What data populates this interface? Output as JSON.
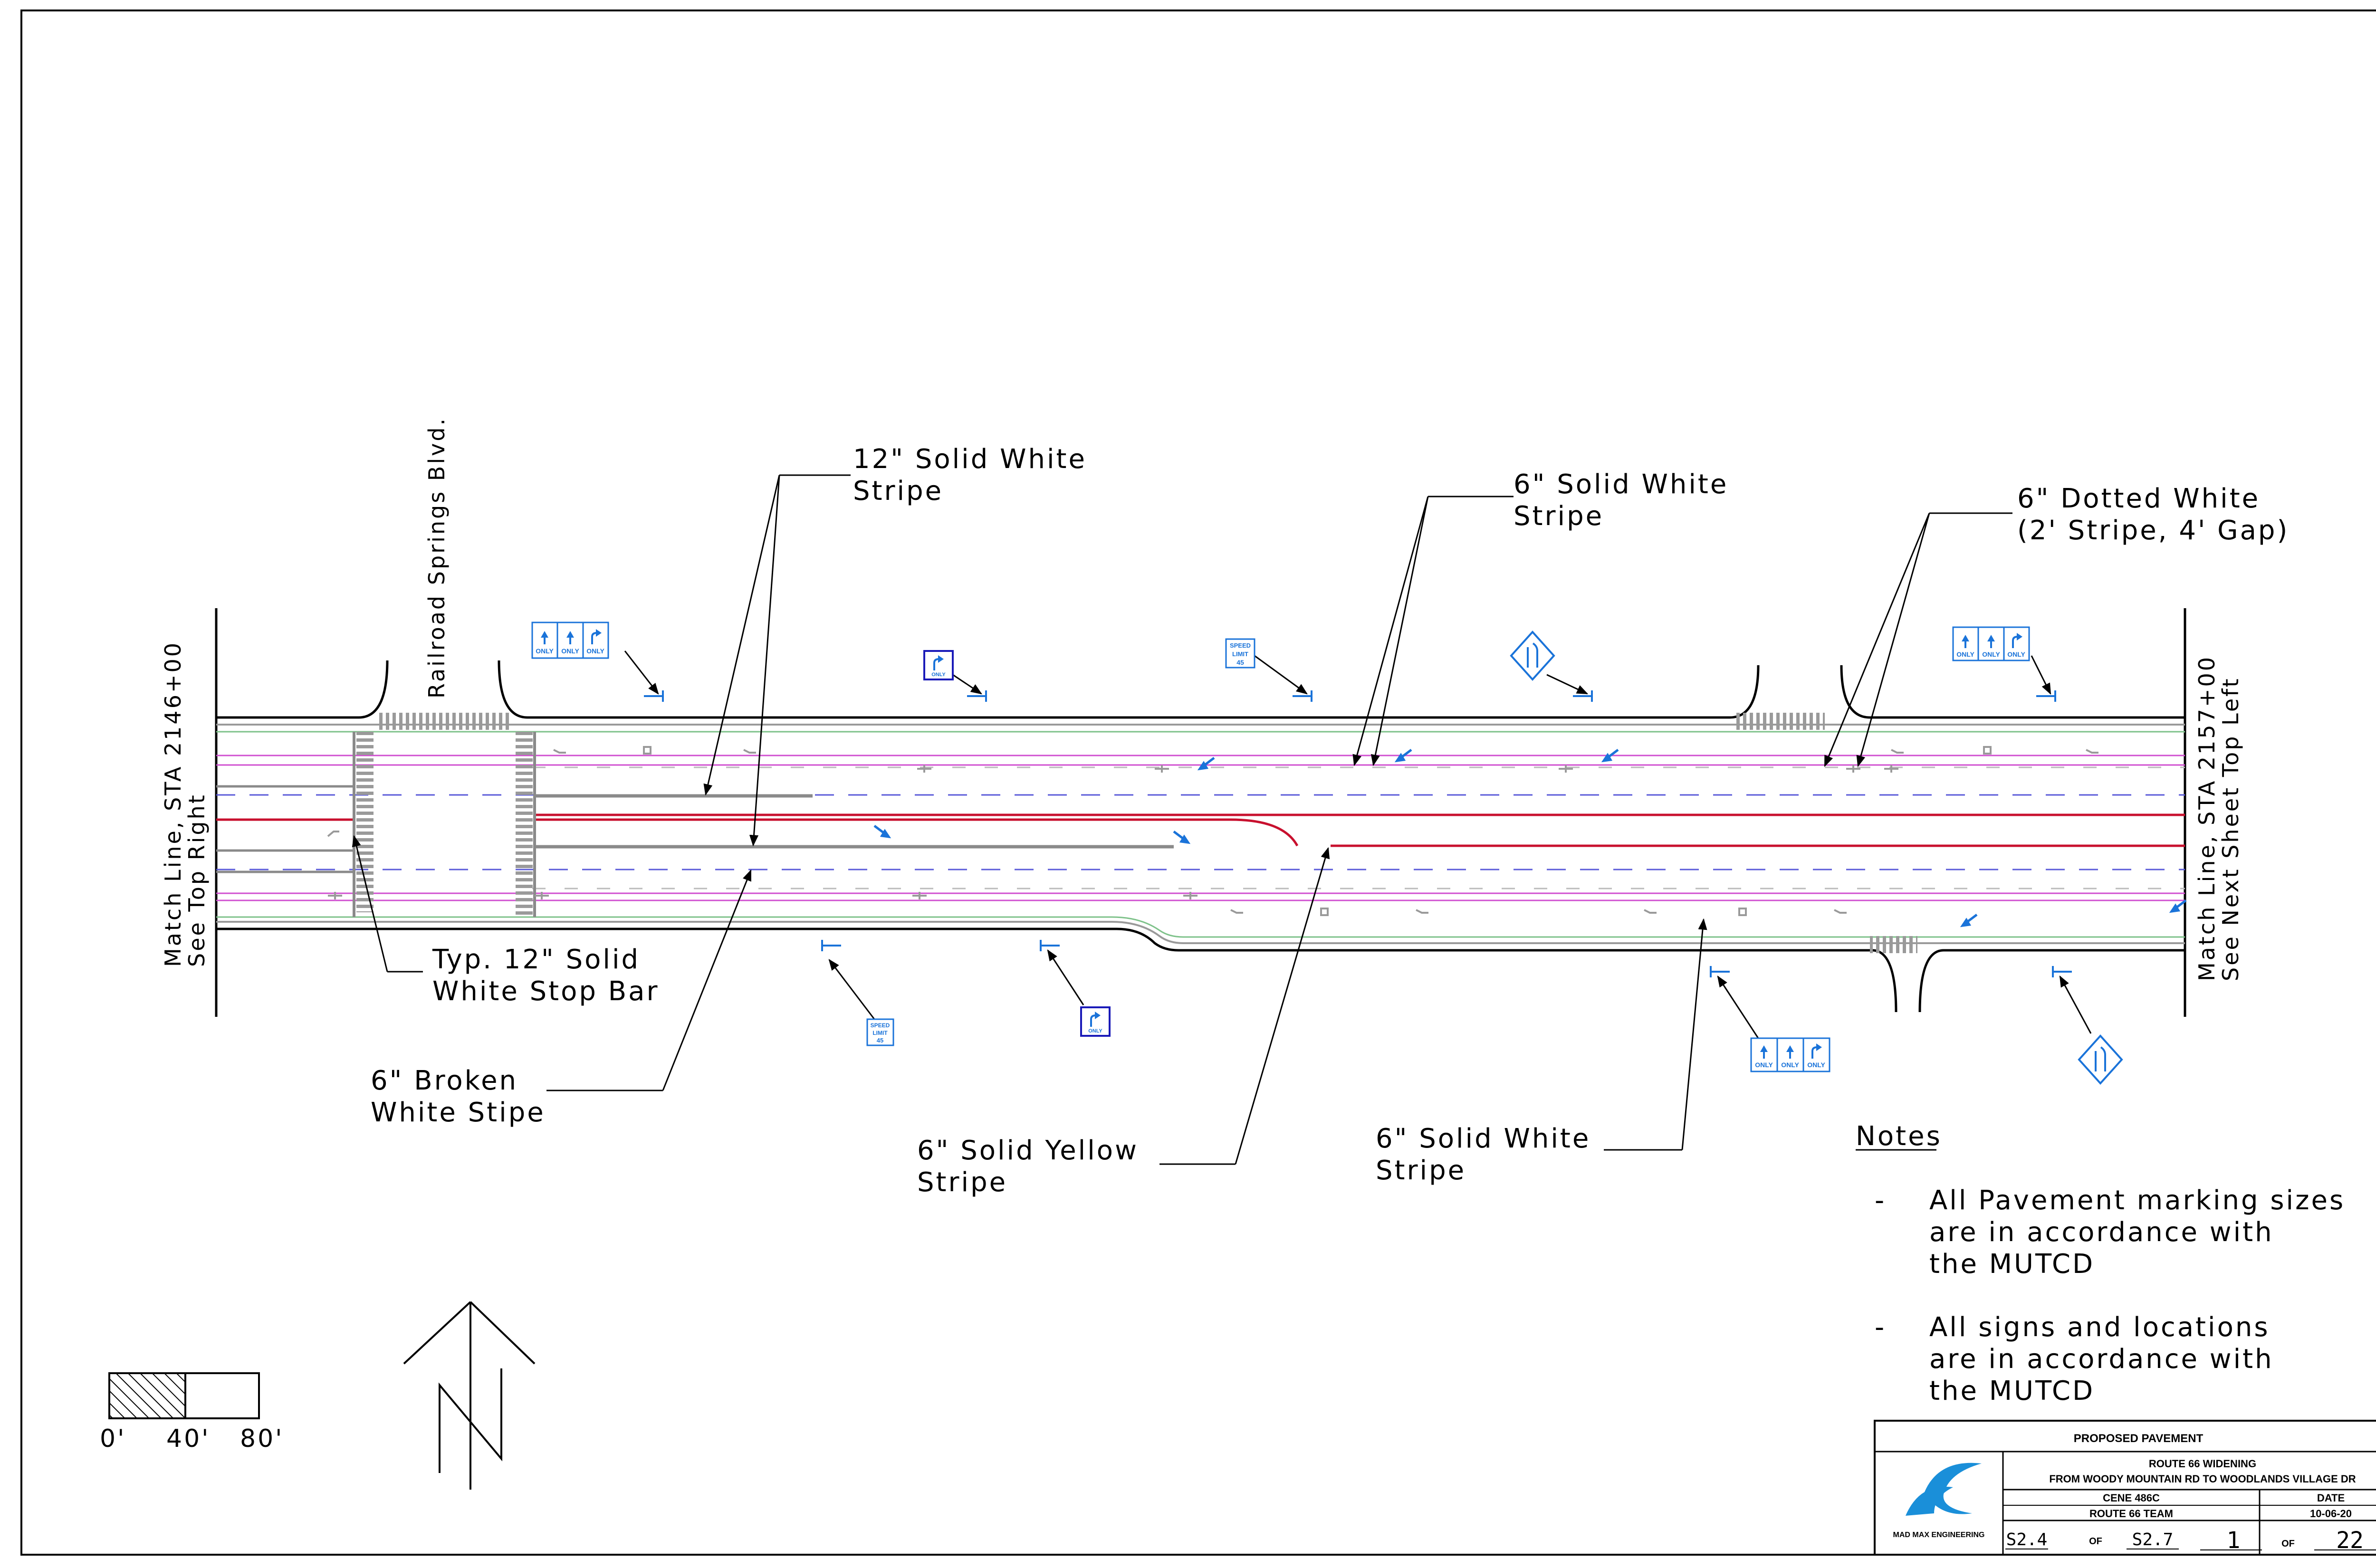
{
  "street_name": "Railroad Springs Blvd.",
  "match_line_left": {
    "line1": "Match Line, STA 2146+00",
    "line2": "See Top Right"
  },
  "match_line_right": {
    "line1": "Match Line, STA 2157+00",
    "line2": "See Next Sheet Top Left"
  },
  "callouts": {
    "solid_white_12": [
      "12\" Solid White",
      "Stripe"
    ],
    "solid_white_6_top": [
      "6\" Solid White",
      "Stripe"
    ],
    "dotted_white": [
      "6\" Dotted White",
      "(2' Stripe, 4' Gap)"
    ],
    "stop_bar": [
      "Typ. 12\" Solid",
      "White Stop Bar"
    ],
    "broken_white": [
      "6\" Broken",
      "White Stipe"
    ],
    "solid_yellow": [
      "6\" Solid Yellow",
      "Stripe"
    ],
    "solid_white_6_bottom": [
      "6\" Solid White",
      "Stripe"
    ]
  },
  "signs": {
    "only": "ONLY",
    "speed_limit": [
      "SPEED",
      "LIMIT",
      "45"
    ]
  },
  "notes": {
    "heading": "Notes",
    "dash": "-",
    "note1": [
      "All Pavement marking sizes",
      "are in accordance with",
      "the MUTCD"
    ],
    "note2": [
      "All signs and locations",
      "are in accordance with",
      "the MUTCD"
    ]
  },
  "scale": {
    "ticks": [
      "0'",
      "40'",
      "80'"
    ]
  },
  "north_arrow": "N",
  "title_block": {
    "title": "PROPOSED PAVEMENT",
    "project1": "ROUTE 66 WIDENING",
    "project2": "FROM WOODY MOUNTAIN RD TO WOODLANDS VILLAGE DR",
    "course": "CENE 486C",
    "team": "ROUTE 66 TEAM",
    "date_label": "DATE",
    "date": "10-06-20",
    "company": "MAD MAX ENGINEERING",
    "sheet_from": "S2.4",
    "of1": "OF",
    "sheet_to": "S2.7",
    "page": "1",
    "of2": "OF",
    "total": "22"
  },
  "colors": {
    "line": "#000000",
    "red": "#c8102e",
    "magenta": "#d04fd0",
    "green": "#7ec28a",
    "blue_dash": "#5a5ad8",
    "gray": "#9a9a9a",
    "sign_blue": "#1a73d9",
    "sign_navy": "#1a1ab8"
  }
}
